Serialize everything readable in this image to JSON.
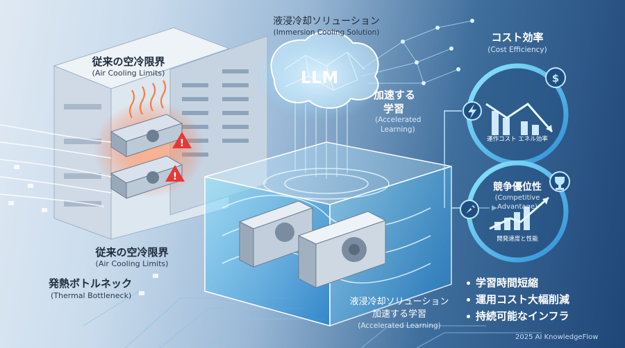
{
  "title_left": {
    "jp": "従来の空冷限界",
    "en": "(Air Cooling Limits)"
  },
  "bottom_left": {
    "jp": "従来の空冷限界",
    "en": "(Air Cooling Limits)"
  },
  "bottleneck": {
    "jp": "発熱ボトルネック",
    "en": "(Thermal Bottleneck)"
  },
  "immersion_top": {
    "jp": "液浸冷却ソリューション",
    "en": "(Immersion Cooling Solution)"
  },
  "brain_label": "LLM",
  "accel": {
    "jp_line1": "加速する",
    "jp_line2": "学習",
    "en_line1": "(Accelerated",
    "en_line2": "Learning)"
  },
  "immersion_bottom": {
    "jp_line1": "液浸冷却ソリューション",
    "jp_line2": "加速する学習",
    "en": "(Accelerated Learning)"
  },
  "cost": {
    "jp": "コスト効率",
    "en": "(Cost Efficiency)",
    "chart_caption": "運作コスト エネル効率"
  },
  "competitive": {
    "jp": "競争優位性",
    "en_line1": "(Competitive",
    "en_line2": "Advantage)",
    "chart_caption": "開発速度と性能"
  },
  "bullets": [
    "学習時間短縮",
    "運用コスト大幅削減",
    "持続可能なインフラ"
  ],
  "footer": "2025 AI KnowledgeFlow",
  "colors": {
    "accent": "#5fd0ff",
    "warning": "#e53935",
    "heat": "#ff7a3c",
    "teal": "#3fb6c4"
  },
  "icons": [
    "warning-icon",
    "lightning-icon",
    "dollar-icon",
    "trophy-icon",
    "rocket-icon"
  ]
}
